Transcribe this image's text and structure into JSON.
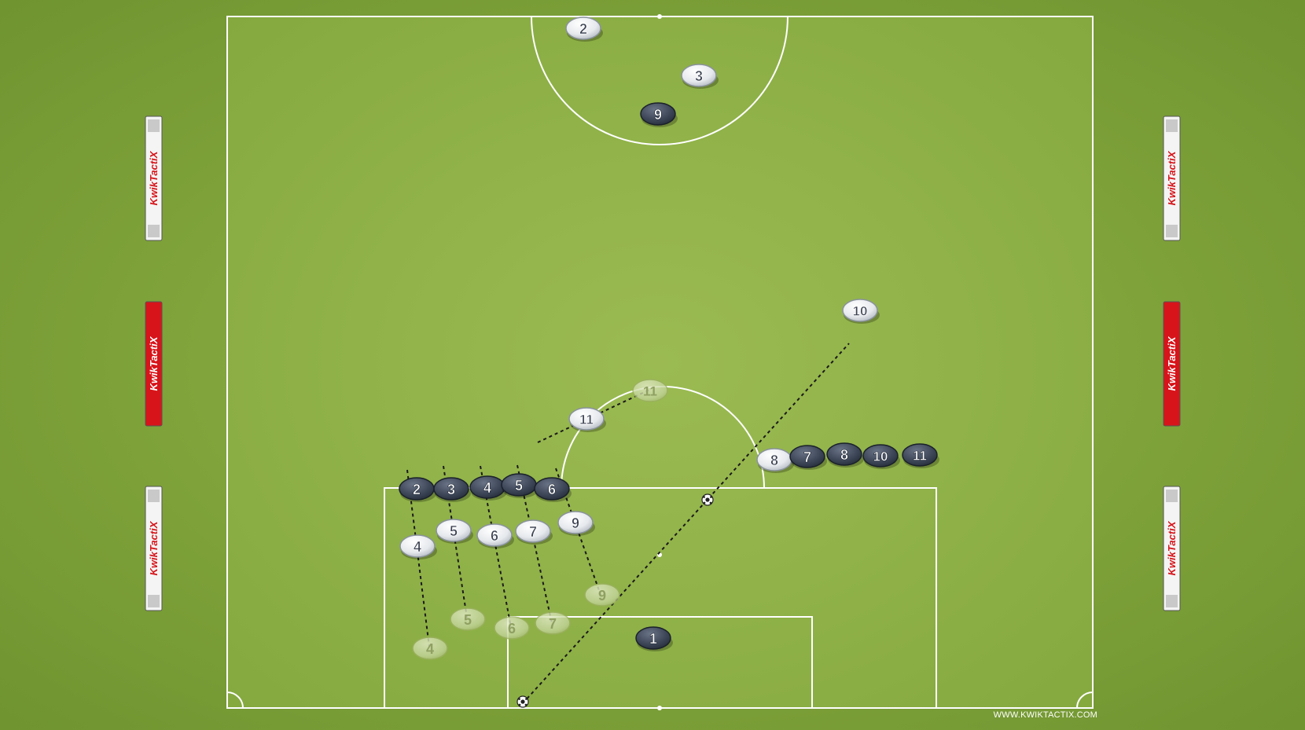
{
  "diagram": {
    "colors": {
      "grass": "#8fb046",
      "lines": "#ffffff",
      "team_dark": "#3c4657",
      "team_light": "#eceff2",
      "ghost": "#c7d79c",
      "banner_red": "#d7141a",
      "banner_white": "#f4f4f4"
    },
    "banners": [
      {
        "text": "KwikTactiX",
        "style": "white"
      },
      {
        "text": "KwikTactiX",
        "style": "red"
      },
      {
        "text": "KwikTactiX",
        "style": "white"
      },
      {
        "text": "KwikTactiX",
        "style": "white"
      },
      {
        "text": "KwikTactiX",
        "style": "red"
      },
      {
        "text": "KwikTactiX",
        "style": "white"
      }
    ],
    "players": [
      {
        "label": "2",
        "team": "light"
      },
      {
        "label": "3",
        "team": "light"
      },
      {
        "label": "9",
        "team": "dark"
      },
      {
        "label": "10",
        "team": "light"
      },
      {
        "label": "11",
        "team": "ghost"
      },
      {
        "label": "11",
        "team": "light"
      },
      {
        "label": "8",
        "team": "light"
      },
      {
        "label": "7",
        "team": "dark"
      },
      {
        "label": "8",
        "team": "dark"
      },
      {
        "label": "10",
        "team": "dark"
      },
      {
        "label": "11",
        "team": "dark"
      },
      {
        "label": "2",
        "team": "dark"
      },
      {
        "label": "3",
        "team": "dark"
      },
      {
        "label": "4",
        "team": "dark"
      },
      {
        "label": "5",
        "team": "dark"
      },
      {
        "label": "6",
        "team": "dark"
      },
      {
        "label": "4",
        "team": "light"
      },
      {
        "label": "5",
        "team": "light"
      },
      {
        "label": "6",
        "team": "light"
      },
      {
        "label": "7",
        "team": "light"
      },
      {
        "label": "9",
        "team": "light"
      },
      {
        "label": "9",
        "team": "ghost"
      },
      {
        "label": "5",
        "team": "ghost"
      },
      {
        "label": "6",
        "team": "ghost"
      },
      {
        "label": "7",
        "team": "ghost"
      },
      {
        "label": "4",
        "team": "ghost"
      },
      {
        "label": "1",
        "team": "dark"
      }
    ],
    "balls": [
      "ball",
      "ball"
    ],
    "credit": "WWW.KWIKTACTIX.COM"
  }
}
